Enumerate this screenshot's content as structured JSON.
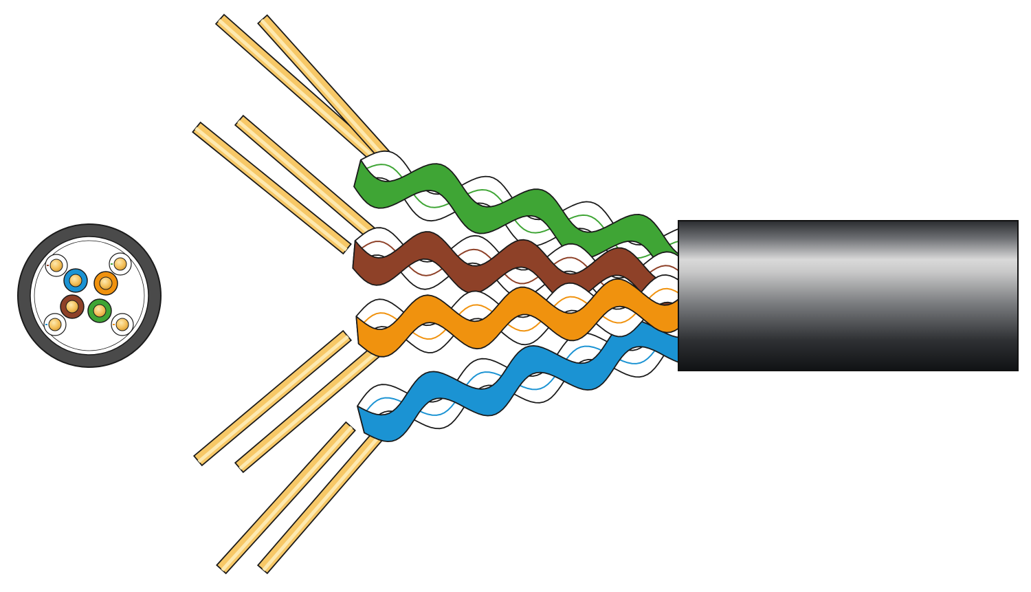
{
  "diagram": {
    "subject": "twisted-pair-cable",
    "colors": {
      "green": "#3fa535",
      "brown": "#8e4128",
      "orange": "#f0920e",
      "blue": "#1b93d3",
      "white": "#ffffff",
      "outline": "#1a1a1a",
      "copper_light": "#fde9b0",
      "copper_mid": "#f7c867",
      "copper_dark": "#d9a13e",
      "jacket_dark": "#1c1e21",
      "jacket_light": "#d7d7d7",
      "section_ring": "#444444"
    },
    "pairs": [
      {
        "name": "green",
        "solid": "green",
        "side": "top",
        "order": 0
      },
      {
        "name": "brown",
        "solid": "brown",
        "side": "top",
        "order": 1
      },
      {
        "name": "orange",
        "solid": "orange",
        "side": "bottom",
        "order": 0
      },
      {
        "name": "blue",
        "solid": "blue",
        "side": "bottom",
        "order": 1
      }
    ],
    "cross_section": {
      "center_cores": [
        "blue",
        "orange",
        "brown",
        "green"
      ],
      "corner_cores": [
        "white",
        "white",
        "white",
        "white"
      ]
    }
  }
}
